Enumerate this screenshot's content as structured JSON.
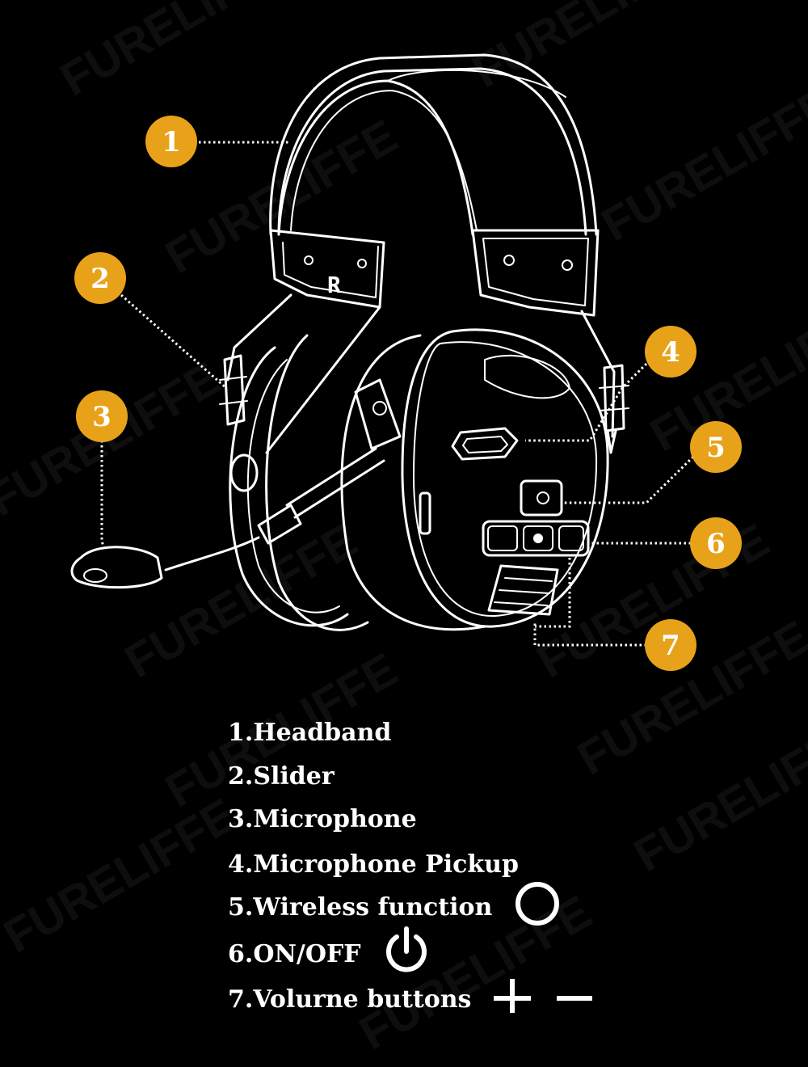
{
  "watermark": {
    "brand": "FURELIFFE"
  },
  "callouts": [
    {
      "number": "1"
    },
    {
      "number": "2"
    },
    {
      "number": "3"
    },
    {
      "number": "4"
    },
    {
      "number": "5"
    },
    {
      "number": "6"
    },
    {
      "number": "7"
    }
  ],
  "headset_letters": {
    "side_marker": "R"
  },
  "legend": {
    "items": [
      {
        "label": "1.Headband"
      },
      {
        "label": "2.Slider"
      },
      {
        "label": "3.Microphone"
      },
      {
        "label": "4.Microphone Pickup"
      },
      {
        "label": "5.Wireless function",
        "icon": "ring-icon"
      },
      {
        "label": "6.ON/OFF",
        "icon": "power-icon"
      },
      {
        "label": "7.Volurne buttons",
        "icon": "plus-minus-icon"
      }
    ]
  },
  "colors": {
    "background": "#000000",
    "badge": "#e8a21a",
    "line_art": "#ffffff"
  }
}
